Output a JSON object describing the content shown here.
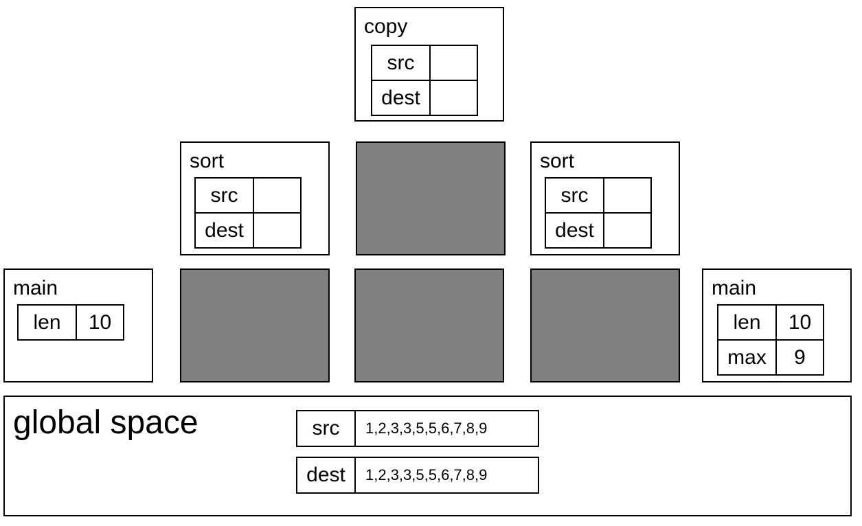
{
  "frames": {
    "copy": {
      "title": "copy",
      "vars": [
        {
          "name": "src",
          "value": ""
        },
        {
          "name": "dest",
          "value": ""
        }
      ]
    },
    "sort_left": {
      "title": "sort",
      "vars": [
        {
          "name": "src",
          "value": ""
        },
        {
          "name": "dest",
          "value": ""
        }
      ]
    },
    "sort_right": {
      "title": "sort",
      "vars": [
        {
          "name": "src",
          "value": ""
        },
        {
          "name": "dest",
          "value": ""
        }
      ]
    },
    "main_left": {
      "title": "main",
      "vars": [
        {
          "name": "len",
          "value": "10"
        }
      ]
    },
    "main_right": {
      "title": "main",
      "vars": [
        {
          "name": "len",
          "value": "10"
        },
        {
          "name": "max",
          "value": "9"
        }
      ]
    }
  },
  "global": {
    "title": "global space",
    "vars": [
      {
        "name": "src",
        "value": "1,2,3,3,5,5,6,7,8,9"
      },
      {
        "name": "dest",
        "value": "1,2,3,3,5,5,6,7,8,9"
      }
    ]
  },
  "colors": {
    "empty_frame": "#808080",
    "border": "#000000",
    "background": "#ffffff"
  }
}
